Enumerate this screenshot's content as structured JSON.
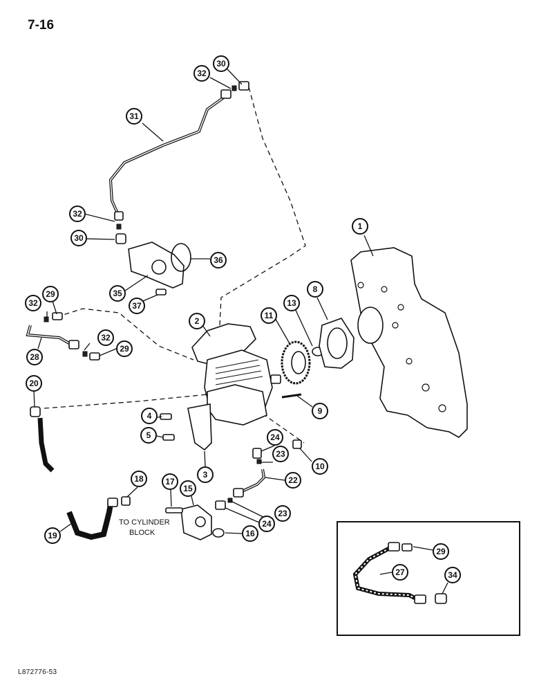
{
  "page_number": "7-16",
  "figure_code": "L872776-53",
  "note_to_cylinder_block": [
    "TO CYLINDER",
    "BLOCK"
  ],
  "callouts": {
    "c1": "1",
    "c2": "2",
    "c3": "3",
    "c4": "4",
    "c5": "5",
    "c8": "8",
    "c9": "9",
    "c10": "10",
    "c11": "11",
    "c13": "13",
    "c15": "15",
    "c16": "16",
    "c17": "17",
    "c18": "18",
    "c19": "19",
    "c20": "20",
    "c22": "22",
    "c23a": "23",
    "c23b": "23",
    "c24a": "24",
    "c24b": "24",
    "c27": "27",
    "c28": "28",
    "c29a": "29",
    "c29b": "29",
    "c29c": "29",
    "c30a": "30",
    "c30b": "30",
    "c31": "31",
    "c32a": "32",
    "c32b": "32",
    "c32c": "32",
    "c32d": "32",
    "c34": "34",
    "c35": "35",
    "c36": "36",
    "c37": "37"
  }
}
